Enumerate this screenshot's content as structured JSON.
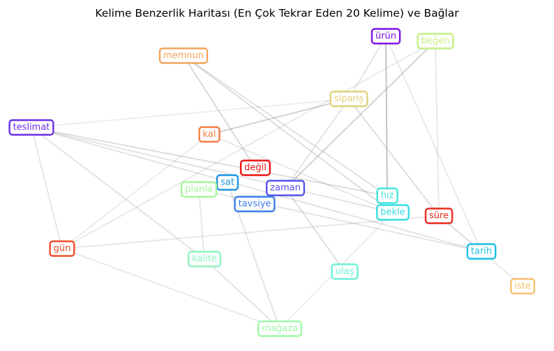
{
  "title": "Kelime Benzerlik Haritası (En Çok Tekrar Eden 20 Kelime) ve Bağlar",
  "nodes": [
    {
      "id": "urun",
      "label": "ürün",
      "color": "#7f10e6"
    },
    {
      "id": "begen",
      "label": "beğen",
      "color": "#c3ee86"
    },
    {
      "id": "memnun",
      "label": "memnun",
      "color": "#f3a55e"
    },
    {
      "id": "siparis",
      "label": "sipariş",
      "color": "#e0d27a"
    },
    {
      "id": "teslimat",
      "label": "teslimat",
      "color": "#6a2ee8"
    },
    {
      "id": "kal",
      "label": "kal",
      "color": "#f47c44"
    },
    {
      "id": "degil",
      "label": "değil",
      "color": "#ee1212"
    },
    {
      "id": "sat",
      "label": "sat",
      "color": "#1b96e0"
    },
    {
      "id": "planla",
      "label": "planla",
      "color": "#a6f59a"
    },
    {
      "id": "zaman",
      "label": "zaman",
      "color": "#5151e8"
    },
    {
      "id": "tavsiye",
      "label": "tavsiye",
      "color": "#3a7cec"
    },
    {
      "id": "hiz",
      "label": "hız",
      "color": "#40e6d8"
    },
    {
      "id": "bekle",
      "label": "bekle",
      "color": "#36dde0"
    },
    {
      "id": "sure",
      "label": "süre",
      "color": "#e82a1e"
    },
    {
      "id": "gun",
      "label": "gün",
      "color": "#f04e28"
    },
    {
      "id": "kalite",
      "label": "kalite",
      "color": "#8cf3c0"
    },
    {
      "id": "ulas",
      "label": "ulaş",
      "color": "#6ef0d8"
    },
    {
      "id": "tarih",
      "label": "tarih",
      "color": "#1ac0e4"
    },
    {
      "id": "iste",
      "label": "iste",
      "color": "#f8c070"
    },
    {
      "id": "magaza",
      "label": "mağaza",
      "color": "#9ef8a6"
    }
  ],
  "edges": [
    {
      "source": "urun",
      "target": "hiz",
      "weight": 0.55
    },
    {
      "source": "urun",
      "target": "siparis",
      "weight": 0.25
    },
    {
      "source": "urun",
      "target": "tarih",
      "weight": 0.2
    },
    {
      "source": "begen",
      "target": "sure",
      "weight": 0.2
    },
    {
      "source": "begen",
      "target": "zaman",
      "weight": 0.4
    },
    {
      "source": "begen",
      "target": "gun",
      "weight": 0.2
    },
    {
      "source": "memnun",
      "target": "degil",
      "weight": 0.35
    },
    {
      "source": "memnun",
      "target": "bekle",
      "weight": 0.3
    },
    {
      "source": "memnun",
      "target": "hiz",
      "weight": 0.28
    },
    {
      "source": "siparis",
      "target": "kal",
      "weight": 0.4
    },
    {
      "source": "siparis",
      "target": "sure",
      "weight": 0.3
    },
    {
      "source": "siparis",
      "target": "zaman",
      "weight": 0.25
    },
    {
      "source": "siparis",
      "target": "teslimat",
      "weight": 0.15
    },
    {
      "source": "teslimat",
      "target": "hiz",
      "weight": 0.3
    },
    {
      "source": "teslimat",
      "target": "bekle",
      "weight": 0.25
    },
    {
      "source": "teslimat",
      "target": "tarih",
      "weight": 0.25
    },
    {
      "source": "teslimat",
      "target": "gun",
      "weight": 0.22
    },
    {
      "source": "teslimat",
      "target": "kalite",
      "weight": 0.25
    },
    {
      "source": "kal",
      "target": "gun",
      "weight": 0.18
    },
    {
      "source": "kal",
      "target": "bekle",
      "weight": 0.22
    },
    {
      "source": "zaman",
      "target": "ulas",
      "weight": 0.3
    },
    {
      "source": "sat",
      "target": "magaza",
      "weight": 0.25
    },
    {
      "source": "planla",
      "target": "kalite",
      "weight": 0.22
    },
    {
      "source": "planla",
      "target": "tarih",
      "weight": 0.25
    },
    {
      "source": "sure",
      "target": "tarih",
      "weight": 0.3
    },
    {
      "source": "sure",
      "target": "gun",
      "weight": 0.22
    },
    {
      "source": "gun",
      "target": "magaza",
      "weight": 0.2
    },
    {
      "source": "kalite",
      "target": "magaza",
      "weight": 0.25
    },
    {
      "source": "bekle",
      "target": "magaza",
      "weight": 0.15
    },
    {
      "source": "tarih",
      "target": "iste",
      "weight": 0.2
    }
  ]
}
